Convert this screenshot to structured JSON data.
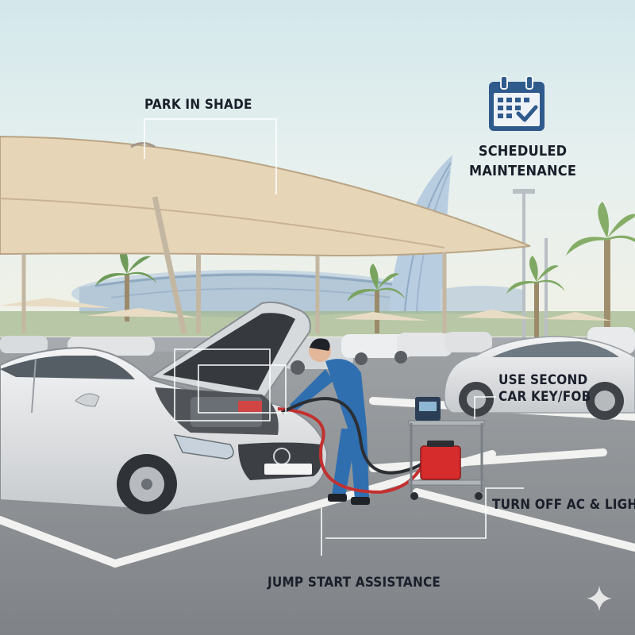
{
  "labels": {
    "park_in_shade": "PARK IN SHADE",
    "scheduled_maintenance_line1": "SCHEDULED",
    "scheduled_maintenance_line2": "MAINTENANCE",
    "second_key_line1": "USE SECOND",
    "second_key_line2": "CAR KEY/FOB",
    "turn_off": "TURN OFF AC & LIGHTS",
    "jump_start": "JUMP START ASSISTANCE"
  },
  "icons": {
    "calendar": "calendar-check-icon",
    "sparkle": "sparkle-icon"
  },
  "colors": {
    "sky_top": "#dfeef0",
    "sky_bottom": "#eef3ea",
    "canopy": "#e8d7bd",
    "asphalt": "#8d9195",
    "calendar_blue": "#2f5a8c",
    "booster_red": "#d62c2c",
    "mechanic_blue": "#2f6fb0"
  }
}
